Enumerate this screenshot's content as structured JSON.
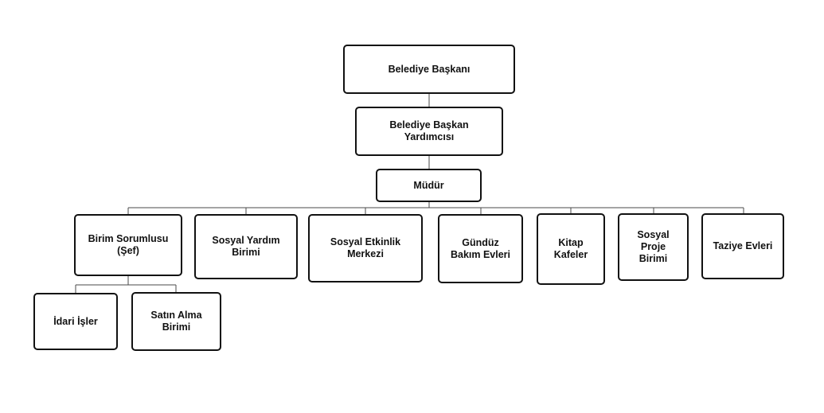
{
  "org_chart": {
    "root": "Belediye Başkanı",
    "deputy": "Belediye Başkan\nYardımcısı",
    "director": "Müdür",
    "units": {
      "birim_sorumlusu": "Birim Sorumlusu\n(Şef)",
      "sosyal_yardim": "Sosyal Yardım\nBirimi",
      "sosyal_etkinlik": "Sosyal Etkinlik\nMerkezi",
      "gunduz_bakim": "Gündüz\nBakım Evleri",
      "kitap_kafeler": "Kitap\nKafeler",
      "sosyal_proje": "Sosyal\nProje\nBirimi",
      "taziye_evleri": "Taziye Evleri"
    },
    "sub_units": {
      "idari_isler": "İdari İşler",
      "satin_alma": "Satın Alma\nBirimi"
    }
  }
}
